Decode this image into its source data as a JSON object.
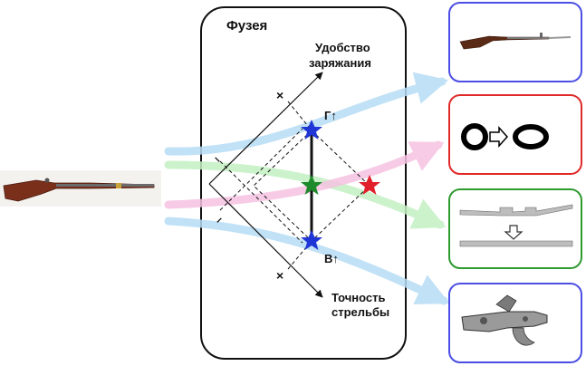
{
  "panel": {
    "title": "Фузея"
  },
  "axes": {
    "vertical_label_line1": "Удобство",
    "vertical_label_line2": "заряжания",
    "horizontal_label_line1": "Точность",
    "horizontal_label_line2": "стрельбы",
    "minus_mark": "–",
    "cross_mark": "×"
  },
  "points": {
    "top_label": "Г↑",
    "bottom_label": "В↑"
  },
  "colors": {
    "blue_star": "#1f35d6",
    "green_star": "#1d8a2b",
    "red_star": "#e0202a",
    "blue_box": "#4b4fe3",
    "red_box": "#e02a2a",
    "green_box": "#2f9a2f",
    "light_blue_arrow": "#b7dcf5",
    "light_green_arrow": "#c4f0c4",
    "pink_arrow": "#f6c3e2"
  },
  "icons": {
    "rifle": "musket-rifle-icon",
    "bayonet_rifle": "rifle-with-bayonet-icon",
    "bore_shape": "round-to-oval-bore-icon",
    "rifling": "barrel-rifling-profile-icon",
    "lock": "flintlock-mechanism-icon"
  }
}
